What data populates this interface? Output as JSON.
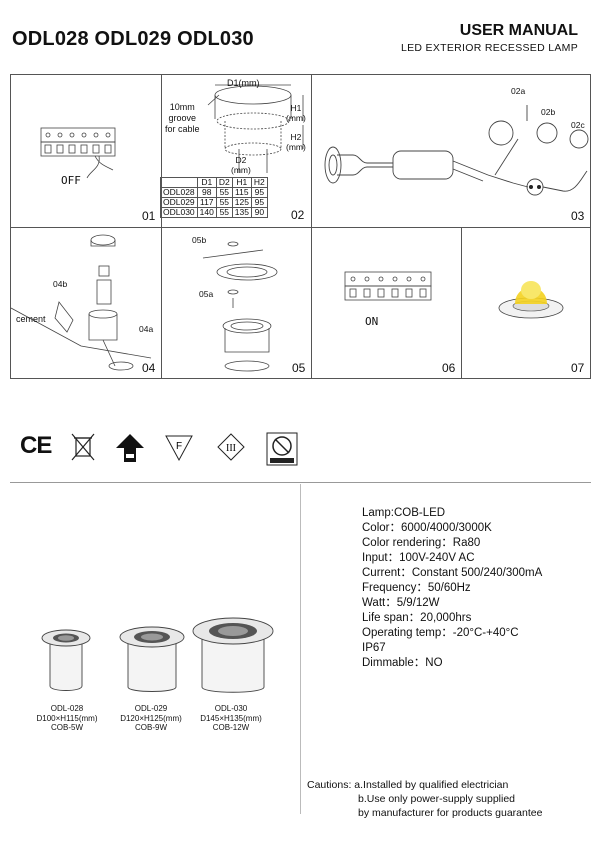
{
  "header": {
    "models": "ODL028 ODL029 ODL030",
    "title": "USER MANUAL",
    "subtitle": "LED EXTERIOR RECESSED LAMP"
  },
  "panels": {
    "p01": {
      "num": "01",
      "switch": "OFF"
    },
    "p02": {
      "num": "02",
      "d1": "D1(mm)",
      "h1": "H1\n(mm)",
      "h2": "H2\n(mm)",
      "d2": "D2\n(mm)",
      "groove": "10mm\ngroove\nfor cable"
    },
    "p03": {
      "num": "03",
      "a": "02a",
      "b": "02b",
      "c": "02c"
    },
    "p04": {
      "num": "04",
      "b": "04b",
      "a": "04a",
      "cement": "cement"
    },
    "p05": {
      "num": "05",
      "b": "05b",
      "a": "05a"
    },
    "p06": {
      "num": "06",
      "switch": "ON"
    },
    "p07": {
      "num": "07"
    }
  },
  "dim_table": {
    "headers": [
      "",
      "D1",
      "D2",
      "H1",
      "H2"
    ],
    "rows": [
      [
        "ODL028",
        "98",
        "55",
        "115",
        "95"
      ],
      [
        "ODL029",
        "117",
        "55",
        "125",
        "95"
      ],
      [
        "ODL030",
        "140",
        "55",
        "135",
        "90"
      ]
    ]
  },
  "certs": [
    "ce-mark-icon",
    "weee-bin-icon",
    "class-ii-earth-icon",
    "f-mark-icon",
    "class-iii-icon",
    "not-coverable-icon"
  ],
  "certs_text": {
    "ce": "CE",
    "f": "F",
    "iii": "III"
  },
  "specs": [
    "Lamp:COB-LED",
    "Color：6000/4000/3000K",
    "Color rendering：Ra80",
    "Input：100V-240V AC",
    "Current：Constant 500/240/300mA",
    "Frequency：50/60Hz",
    "Watt：5/9/12W",
    "Life span：20,000hrs",
    "Operating temp：-20°C-+40°C",
    "IP67",
    "Dimmable：NO"
  ],
  "products": [
    {
      "model": "ODL-028",
      "dims": "D100×H115(mm)",
      "power": "COB-5W"
    },
    {
      "model": "ODL-029",
      "dims": "D120×H125(mm)",
      "power": "COB-9W"
    },
    {
      "model": "ODL-030",
      "dims": "D145×H135(mm)",
      "power": "COB-12W"
    }
  ],
  "cautions": {
    "l1": "Cautions: a.Installed by qualified electrician",
    "l2": "b.Use only power-supply supplied",
    "l3": "by manufacturer for products guarantee"
  },
  "colors": {
    "light_glow": "#f4d21f",
    "line": "#555555"
  }
}
